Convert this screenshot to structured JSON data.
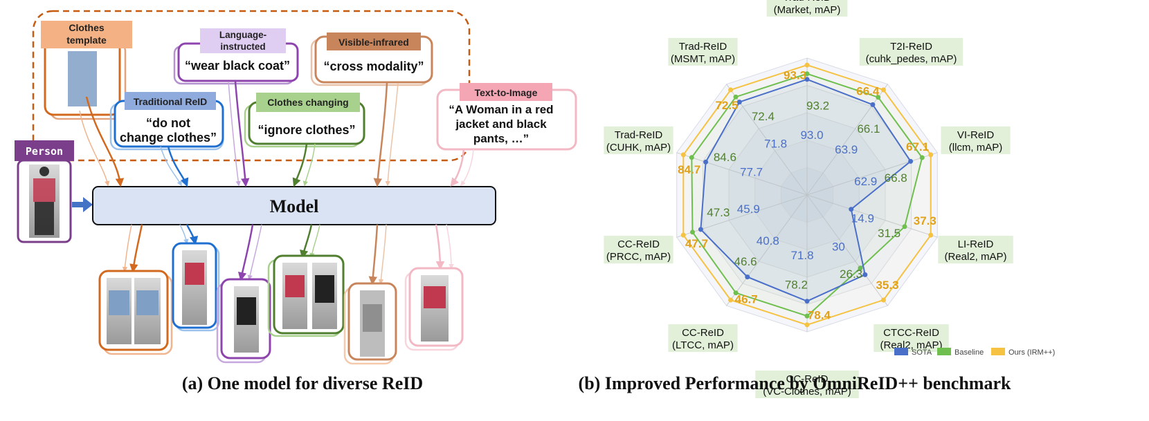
{
  "panel_a": {
    "caption": "(a) One model for diverse ReID",
    "model_label": "Model",
    "person_tag": "Person",
    "tasks": {
      "clothes_template": {
        "tag_line1": "Clothes",
        "tag_line2": "template",
        "color": "#d2691e"
      },
      "language": {
        "tag_line1": "Language-",
        "tag_line2": "instructed",
        "text": "“wear black coat”",
        "color": "#8e44ad"
      },
      "visible_infrared": {
        "tag": "Visible-infrared",
        "text": "“cross modality”",
        "color": "#c8845a"
      },
      "traditional": {
        "tag": "Traditional ReID",
        "text_line1": "“do not",
        "text_line2": "change clothes”",
        "color": "#1f6fd1"
      },
      "clothes_changing": {
        "tag": "Clothes changing",
        "text": "“ignore clothes”",
        "color": "#4f7f2f"
      },
      "text_to_image": {
        "tag": "Text-to-Image",
        "text_line1": "“A Woman in a red",
        "text_line2": "jacket and black",
        "text_line3": "pants, …”",
        "color": "#e88fa0"
      }
    }
  },
  "panel_b": {
    "caption": "(b) Improved Performance by OmniReID++ benchmark"
  },
  "chart_data": {
    "type": "radar",
    "axes": [
      {
        "line1": "Trad-ReID",
        "line2": "(Market, mAP)"
      },
      {
        "line1": "T2I-ReID",
        "line2": "(cuhk_pedes, mAP)"
      },
      {
        "line1": "VI-ReID",
        "line2": "(llcm, mAP)"
      },
      {
        "line1": "LI-ReID",
        "line2": "(Real2, mAP)"
      },
      {
        "line1": "CTCC-ReID",
        "line2": "(Real2, mAP)"
      },
      {
        "line1": "CC-ReID",
        "line2": "(VC-Clothes, mAP)"
      },
      {
        "line1": "CC-ReID",
        "line2": "(LTCC, mAP)"
      },
      {
        "line1": "CC-ReID",
        "line2": "(PRCC, mAP)"
      },
      {
        "line1": "Trad-ReID",
        "line2": "(CUHK, mAP)"
      },
      {
        "line1": "Trad-ReID",
        "line2": "(MSMT, mAP)"
      }
    ],
    "series": [
      {
        "name": "SOTA",
        "color": "#4a6fc9",
        "values": [
          93.0,
          63.9,
          62.9,
          14.9,
          30,
          71.8,
          40.8,
          45.9,
          77.7,
          71.8
        ],
        "labels": [
          "93.0",
          "63.9",
          "62.9",
          "14.9",
          "30",
          "71.8",
          "40.8",
          "45.9",
          "77.7",
          "71.8"
        ]
      },
      {
        "name": "Baseline",
        "color": "#6fbf4f",
        "values": [
          93.2,
          66.1,
          66.8,
          31.5,
          26.3,
          78.2,
          46.6,
          47.3,
          84.6,
          72.4
        ],
        "labels": [
          "93.2",
          "66.1",
          "66.8",
          "31.5",
          "26.3",
          "78.2",
          "46.6",
          "47.3",
          "84.6",
          "72.4"
        ]
      },
      {
        "name": "Ours (IRM++)",
        "color": "#f5c242",
        "values": [
          93.3,
          66.4,
          67.1,
          37.3,
          35.3,
          78.4,
          46.7,
          47.7,
          84.7,
          72.5
        ],
        "labels": [
          "93.3",
          "66.4",
          "67.1",
          "37.3",
          "35.3",
          "78.4",
          "46.7",
          "47.7",
          "84.7",
          "72.5"
        ]
      }
    ],
    "legend_position": "bottom-right",
    "grid": true
  },
  "colors": {
    "model_fill": "#dae3f3",
    "dashed_region": "#c55a11",
    "person": "#7a3e8a",
    "value_sota": "#4a6fc9",
    "value_baseline": "#4f7f2f",
    "value_ours": "#e0a21a",
    "axis_label_bg": "#e2f0d9"
  }
}
